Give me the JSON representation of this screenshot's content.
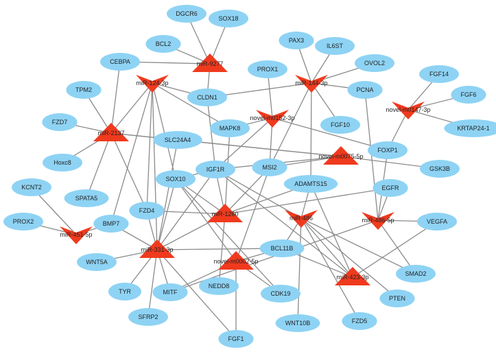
{
  "colors": {
    "gene": "#8ED3F4",
    "mirna": "#F03A1E",
    "edge": "#8A8A8A",
    "label": "#222222"
  },
  "nodes": [
    {
      "id": "DGCR6",
      "type": "gene"
    },
    {
      "id": "SOX18",
      "type": "gene"
    },
    {
      "id": "BCL2",
      "type": "gene"
    },
    {
      "id": "miR-9277",
      "type": "mirna",
      "shape": "triangle-up"
    },
    {
      "id": "PAX3",
      "type": "gene"
    },
    {
      "id": "IL6ST",
      "type": "gene"
    },
    {
      "id": "CEBPA",
      "type": "gene"
    },
    {
      "id": "PROX1",
      "type": "gene"
    },
    {
      "id": "OVOL2",
      "type": "gene"
    },
    {
      "id": "miR-124-3p",
      "type": "mirna",
      "shape": "v"
    },
    {
      "id": "miR-144-3p",
      "type": "mirna",
      "shape": "v"
    },
    {
      "id": "TPM2",
      "type": "gene"
    },
    {
      "id": "CLDN1",
      "type": "gene"
    },
    {
      "id": "PCNA",
      "type": "gene"
    },
    {
      "id": "FGF14",
      "type": "gene"
    },
    {
      "id": "FGF6",
      "type": "gene"
    },
    {
      "id": "novel-m0152-3p",
      "type": "mirna",
      "shape": "v"
    },
    {
      "id": "novel-m0147-3p",
      "type": "mirna",
      "shape": "v"
    },
    {
      "id": "FZD7",
      "type": "gene"
    },
    {
      "id": "MAPK8",
      "type": "gene"
    },
    {
      "id": "FGF10",
      "type": "gene"
    },
    {
      "id": "KRTAP24-1",
      "type": "gene"
    },
    {
      "id": "miR-2137",
      "type": "mirna",
      "shape": "triangle-up"
    },
    {
      "id": "SLC24A4",
      "type": "gene"
    },
    {
      "id": "FOXP1",
      "type": "gene"
    },
    {
      "id": "Hoxc8",
      "type": "gene"
    },
    {
      "id": "novel-m0075-5p",
      "type": "mirna",
      "shape": "triangle-up"
    },
    {
      "id": "IGF1R",
      "type": "gene"
    },
    {
      "id": "MSI2",
      "type": "gene"
    },
    {
      "id": "GSK3B",
      "type": "gene"
    },
    {
      "id": "KCNT2",
      "type": "gene"
    },
    {
      "id": "SOX10",
      "type": "gene"
    },
    {
      "id": "ADAMTS15",
      "type": "gene"
    },
    {
      "id": "EGFR",
      "type": "gene"
    },
    {
      "id": "SPATA5",
      "type": "gene"
    },
    {
      "id": "FZD4",
      "type": "gene"
    },
    {
      "id": "miR-1260",
      "type": "mirna",
      "shape": "triangle-up"
    },
    {
      "id": "miR-486",
      "type": "mirna",
      "shape": "v"
    },
    {
      "id": "miR-486-5p",
      "type": "mirna",
      "shape": "v"
    },
    {
      "id": "VEGFA",
      "type": "gene"
    },
    {
      "id": "PROX2",
      "type": "gene"
    },
    {
      "id": "BMP7",
      "type": "gene"
    },
    {
      "id": "miR-451-5p",
      "type": "mirna",
      "shape": "v"
    },
    {
      "id": "miR-331-3p",
      "type": "mirna",
      "shape": "triangle-up"
    },
    {
      "id": "BCL11B",
      "type": "gene"
    },
    {
      "id": "WNT5A",
      "type": "gene"
    },
    {
      "id": "novel-m0002-5p",
      "type": "mirna",
      "shape": "triangle-up"
    },
    {
      "id": "SMAD2",
      "type": "gene"
    },
    {
      "id": "miR-423-3p",
      "type": "mirna",
      "shape": "triangle-up"
    },
    {
      "id": "TYR",
      "type": "gene"
    },
    {
      "id": "MITF",
      "type": "gene"
    },
    {
      "id": "NEDD8",
      "type": "gene"
    },
    {
      "id": "CDK19",
      "type": "gene"
    },
    {
      "id": "PTEN",
      "type": "gene"
    },
    {
      "id": "SFRP2",
      "type": "gene"
    },
    {
      "id": "WNT10B",
      "type": "gene"
    },
    {
      "id": "FZD5",
      "type": "gene"
    },
    {
      "id": "FGF1",
      "type": "gene"
    }
  ],
  "edges": [
    [
      "miR-9277",
      "DGCR6"
    ],
    [
      "miR-9277",
      "SOX18"
    ],
    [
      "miR-9277",
      "BCL2"
    ],
    [
      "miR-9277",
      "CEBPA"
    ],
    [
      "miR-9277",
      "CLDN1"
    ],
    [
      "miR-124-3p",
      "CLDN1"
    ],
    [
      "miR-124-3p",
      "MAPK8"
    ],
    [
      "miR-124-3p",
      "SOX10"
    ],
    [
      "miR-124-3p",
      "FZD4"
    ],
    [
      "miR-124-3p",
      "BMP7"
    ],
    [
      "miR-124-3p",
      "miR-331-3p"
    ],
    [
      "miR-124-3p",
      "miR-2137"
    ],
    [
      "miR-144-3p",
      "PAX3"
    ],
    [
      "miR-144-3p",
      "IL6ST"
    ],
    [
      "miR-144-3p",
      "OVOL2"
    ],
    [
      "miR-144-3p",
      "PCNA"
    ],
    [
      "miR-144-3p",
      "FGF10"
    ],
    [
      "miR-144-3p",
      "CLDN1"
    ],
    [
      "miR-144-3p",
      "MSI2"
    ],
    [
      "miR-144-3p",
      "ADAMTS15"
    ],
    [
      "novel-m0152-3p",
      "PROX1"
    ],
    [
      "novel-m0152-3p",
      "MAPK8"
    ],
    [
      "novel-m0152-3p",
      "IGF1R"
    ],
    [
      "novel-m0152-3p",
      "MSI2"
    ],
    [
      "novel-m0152-3p",
      "FOXP1"
    ],
    [
      "novel-m0147-3p",
      "FGF14"
    ],
    [
      "novel-m0147-3p",
      "FGF6"
    ],
    [
      "novel-m0147-3p",
      "KRTAP24-1"
    ],
    [
      "novel-m0147-3p",
      "FOXP1"
    ],
    [
      "miR-2137",
      "CEBPA"
    ],
    [
      "miR-2137",
      "TPM2"
    ],
    [
      "miR-2137",
      "FZD7"
    ],
    [
      "miR-2137",
      "Hoxc8"
    ],
    [
      "miR-2137",
      "SPATA5"
    ],
    [
      "miR-2137",
      "SLC24A4"
    ],
    [
      "miR-2137",
      "FZD4"
    ],
    [
      "miR-2137",
      "novel-m0075-5p"
    ],
    [
      "novel-m0075-5p",
      "SLC24A4"
    ],
    [
      "novel-m0075-5p",
      "IGF1R"
    ],
    [
      "novel-m0075-5p",
      "GSK3B"
    ],
    [
      "novel-m0075-5p",
      "MSI2"
    ],
    [
      "miR-1260",
      "IGF1R"
    ],
    [
      "miR-1260",
      "MSI2"
    ],
    [
      "miR-1260",
      "SOX10"
    ],
    [
      "miR-1260",
      "FZD4"
    ],
    [
      "miR-1260",
      "ADAMTS15"
    ],
    [
      "miR-1260",
      "NEDD8"
    ],
    [
      "miR-1260",
      "MAPK8"
    ],
    [
      "miR-1260",
      "EGFR"
    ],
    [
      "miR-486",
      "IGF1R"
    ],
    [
      "miR-486",
      "ADAMTS15"
    ],
    [
      "miR-486",
      "SMAD2"
    ],
    [
      "miR-486",
      "PTEN"
    ],
    [
      "miR-486",
      "FZD5"
    ],
    [
      "miR-486",
      "WNT10B"
    ],
    [
      "miR-486",
      "BCL11B"
    ],
    [
      "miR-486",
      "miR-423-3p"
    ],
    [
      "miR-486-5p",
      "VEGFA"
    ],
    [
      "miR-486-5p",
      "EGFR"
    ],
    [
      "miR-486-5p",
      "PCNA"
    ],
    [
      "miR-486-5p",
      "SMAD2"
    ],
    [
      "miR-486-5p",
      "FOXP1"
    ],
    [
      "miR-486-5p",
      "MITF"
    ],
    [
      "miR-451-5p",
      "PROX2"
    ],
    [
      "miR-451-5p",
      "KCNT2"
    ],
    [
      "miR-451-5p",
      "BMP7"
    ],
    [
      "miR-331-3p",
      "BMP7"
    ],
    [
      "miR-331-3p",
      "WNT5A"
    ],
    [
      "miR-331-3p",
      "TYR"
    ],
    [
      "miR-331-3p",
      "MITF"
    ],
    [
      "miR-331-3p",
      "SFRP2"
    ],
    [
      "miR-331-3p",
      "FGF1"
    ],
    [
      "miR-331-3p",
      "SOX10"
    ],
    [
      "miR-331-3p",
      "FZD4"
    ],
    [
      "miR-331-3p",
      "BCL11B"
    ],
    [
      "miR-331-3p",
      "IGF1R"
    ],
    [
      "miR-331-3p",
      "SLC24A4"
    ],
    [
      "miR-331-3p",
      "miR-1260"
    ],
    [
      "novel-m0002-5p",
      "MITF"
    ],
    [
      "novel-m0002-5p",
      "FGF1"
    ],
    [
      "novel-m0002-5p",
      "BCL11B"
    ],
    [
      "novel-m0002-5p",
      "MSI2"
    ],
    [
      "novel-m0002-5p",
      "CDK19"
    ],
    [
      "novel-m0002-5p",
      "SOX10"
    ],
    [
      "miR-423-3p",
      "VEGFA"
    ],
    [
      "miR-423-3p",
      "ADAMTS15"
    ],
    [
      "miR-423-3p",
      "BCL11B"
    ],
    [
      "miR-423-3p",
      "IGF1R"
    ],
    [
      "IGF1R",
      "CLDN1"
    ],
    [
      "IGF1R",
      "SOX10"
    ],
    [
      "SOX10",
      "CDK19"
    ]
  ]
}
